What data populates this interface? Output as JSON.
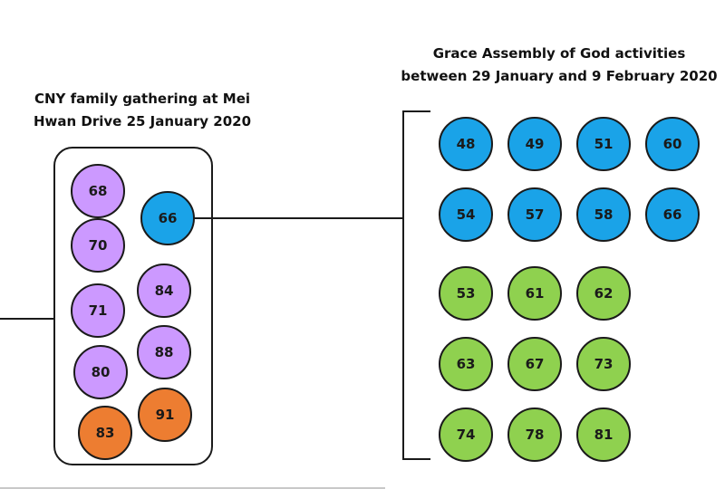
{
  "colors": {
    "purple": "#cc99ff",
    "blue": "#1aa3e8",
    "orange": "#ed7d31",
    "green": "#8fd14f",
    "outline": "#1a1a1a"
  },
  "cny_cluster": {
    "title_line1": "CNY family gathering at Mei",
    "title_line2": "Hwan Drive 25 January 2020",
    "cases": [
      {
        "number": "68",
        "color": "purple"
      },
      {
        "number": "70",
        "color": "purple"
      },
      {
        "number": "71",
        "color": "purple"
      },
      {
        "number": "80",
        "color": "purple"
      },
      {
        "number": "83",
        "color": "orange"
      },
      {
        "number": "66",
        "color": "blue"
      },
      {
        "number": "84",
        "color": "purple"
      },
      {
        "number": "88",
        "color": "purple"
      },
      {
        "number": "91",
        "color": "orange"
      }
    ]
  },
  "grace_cluster": {
    "title_line1": "Grace Assembly of God activities",
    "title_line2": "between 29 January and 9 February 2020",
    "cases": [
      {
        "number": "48",
        "color": "blue"
      },
      {
        "number": "49",
        "color": "blue"
      },
      {
        "number": "51",
        "color": "blue"
      },
      {
        "number": "60",
        "color": "blue"
      },
      {
        "number": "54",
        "color": "blue"
      },
      {
        "number": "57",
        "color": "blue"
      },
      {
        "number": "58",
        "color": "blue"
      },
      {
        "number": "66",
        "color": "blue"
      },
      {
        "number": "53",
        "color": "green"
      },
      {
        "number": "61",
        "color": "green"
      },
      {
        "number": "62",
        "color": "green"
      },
      {
        "number": "63",
        "color": "green"
      },
      {
        "number": "67",
        "color": "green"
      },
      {
        "number": "73",
        "color": "green"
      },
      {
        "number": "74",
        "color": "green"
      },
      {
        "number": "78",
        "color": "green"
      },
      {
        "number": "81",
        "color": "green"
      }
    ]
  }
}
